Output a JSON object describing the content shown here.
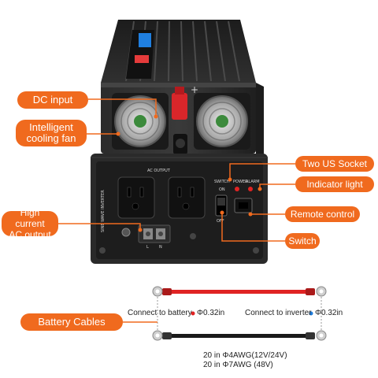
{
  "callouts": {
    "dc_input": "DC input",
    "cooling_fan": "Intelligent\ncooling fan",
    "high_current": "High current\nAC output",
    "us_socket": "Two US Socket",
    "indicator": "Indicator light",
    "remote": "Remote control",
    "switch": "Switch",
    "battery_cables": "Battery Cables"
  },
  "panel": {
    "ac_output": "AC OUTPUT",
    "sine_wave": "SINE WAVE INVERTER",
    "switch_label": "SWITCH",
    "on_label": "ON",
    "off_label": "OFF",
    "power_label": "POWER",
    "alarm_label": "ALARM",
    "l_label": "L",
    "n_label": "N",
    "plus_sign": "+"
  },
  "cables": {
    "battery_label": "Connect to battery",
    "battery_size": "Φ0.32in",
    "inverter_label": "Connect to inverter",
    "inverter_size": "Φ0.32in",
    "spec_line1": "20 in Φ4AWG(12V/24V)",
    "spec_line2": "20 in Φ7AWG (48V)"
  },
  "colors": {
    "accent": "#f06a1e",
    "red_cable": "#e02323",
    "black_cable": "#1a1a1a",
    "dot_red": "#e02323",
    "dot_blue": "#1e7ad8"
  }
}
